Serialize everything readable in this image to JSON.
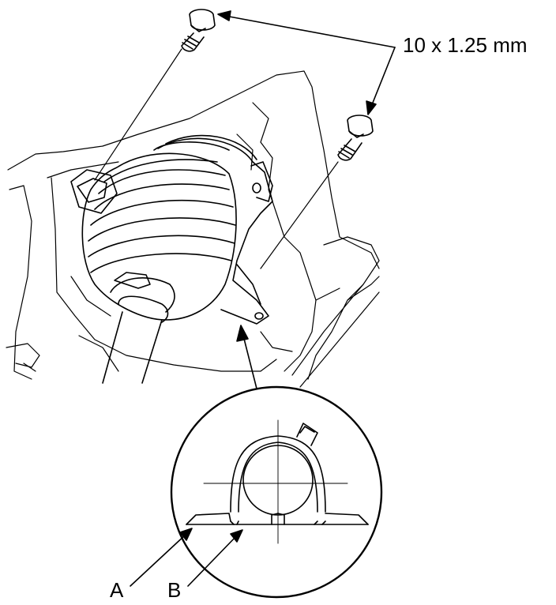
{
  "annotations": {
    "bolt_spec": "10 x 1.25 mm",
    "label_a": "A",
    "label_b": "B"
  },
  "colors": {
    "line": "#000000",
    "background": "#ffffff"
  }
}
